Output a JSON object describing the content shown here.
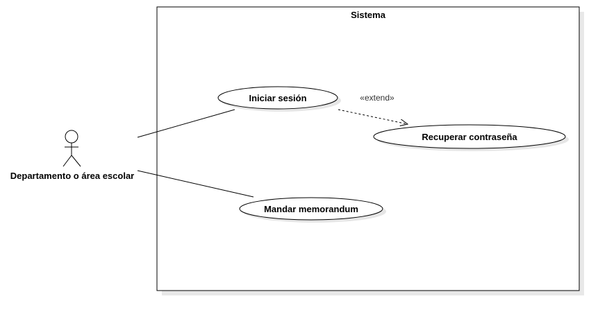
{
  "system": {
    "title": "Sistema"
  },
  "actor": {
    "name": "Departamento o área escolar"
  },
  "use_cases": {
    "login": "Iniciar sesión",
    "recover": "Recuperar contraseña",
    "memo": "Mandar memorandum"
  },
  "relations": {
    "extend_label": "«extend»"
  },
  "colors": {
    "stroke": "#000000",
    "shadow": "#e6e6e6",
    "fill": "#ffffff"
  }
}
